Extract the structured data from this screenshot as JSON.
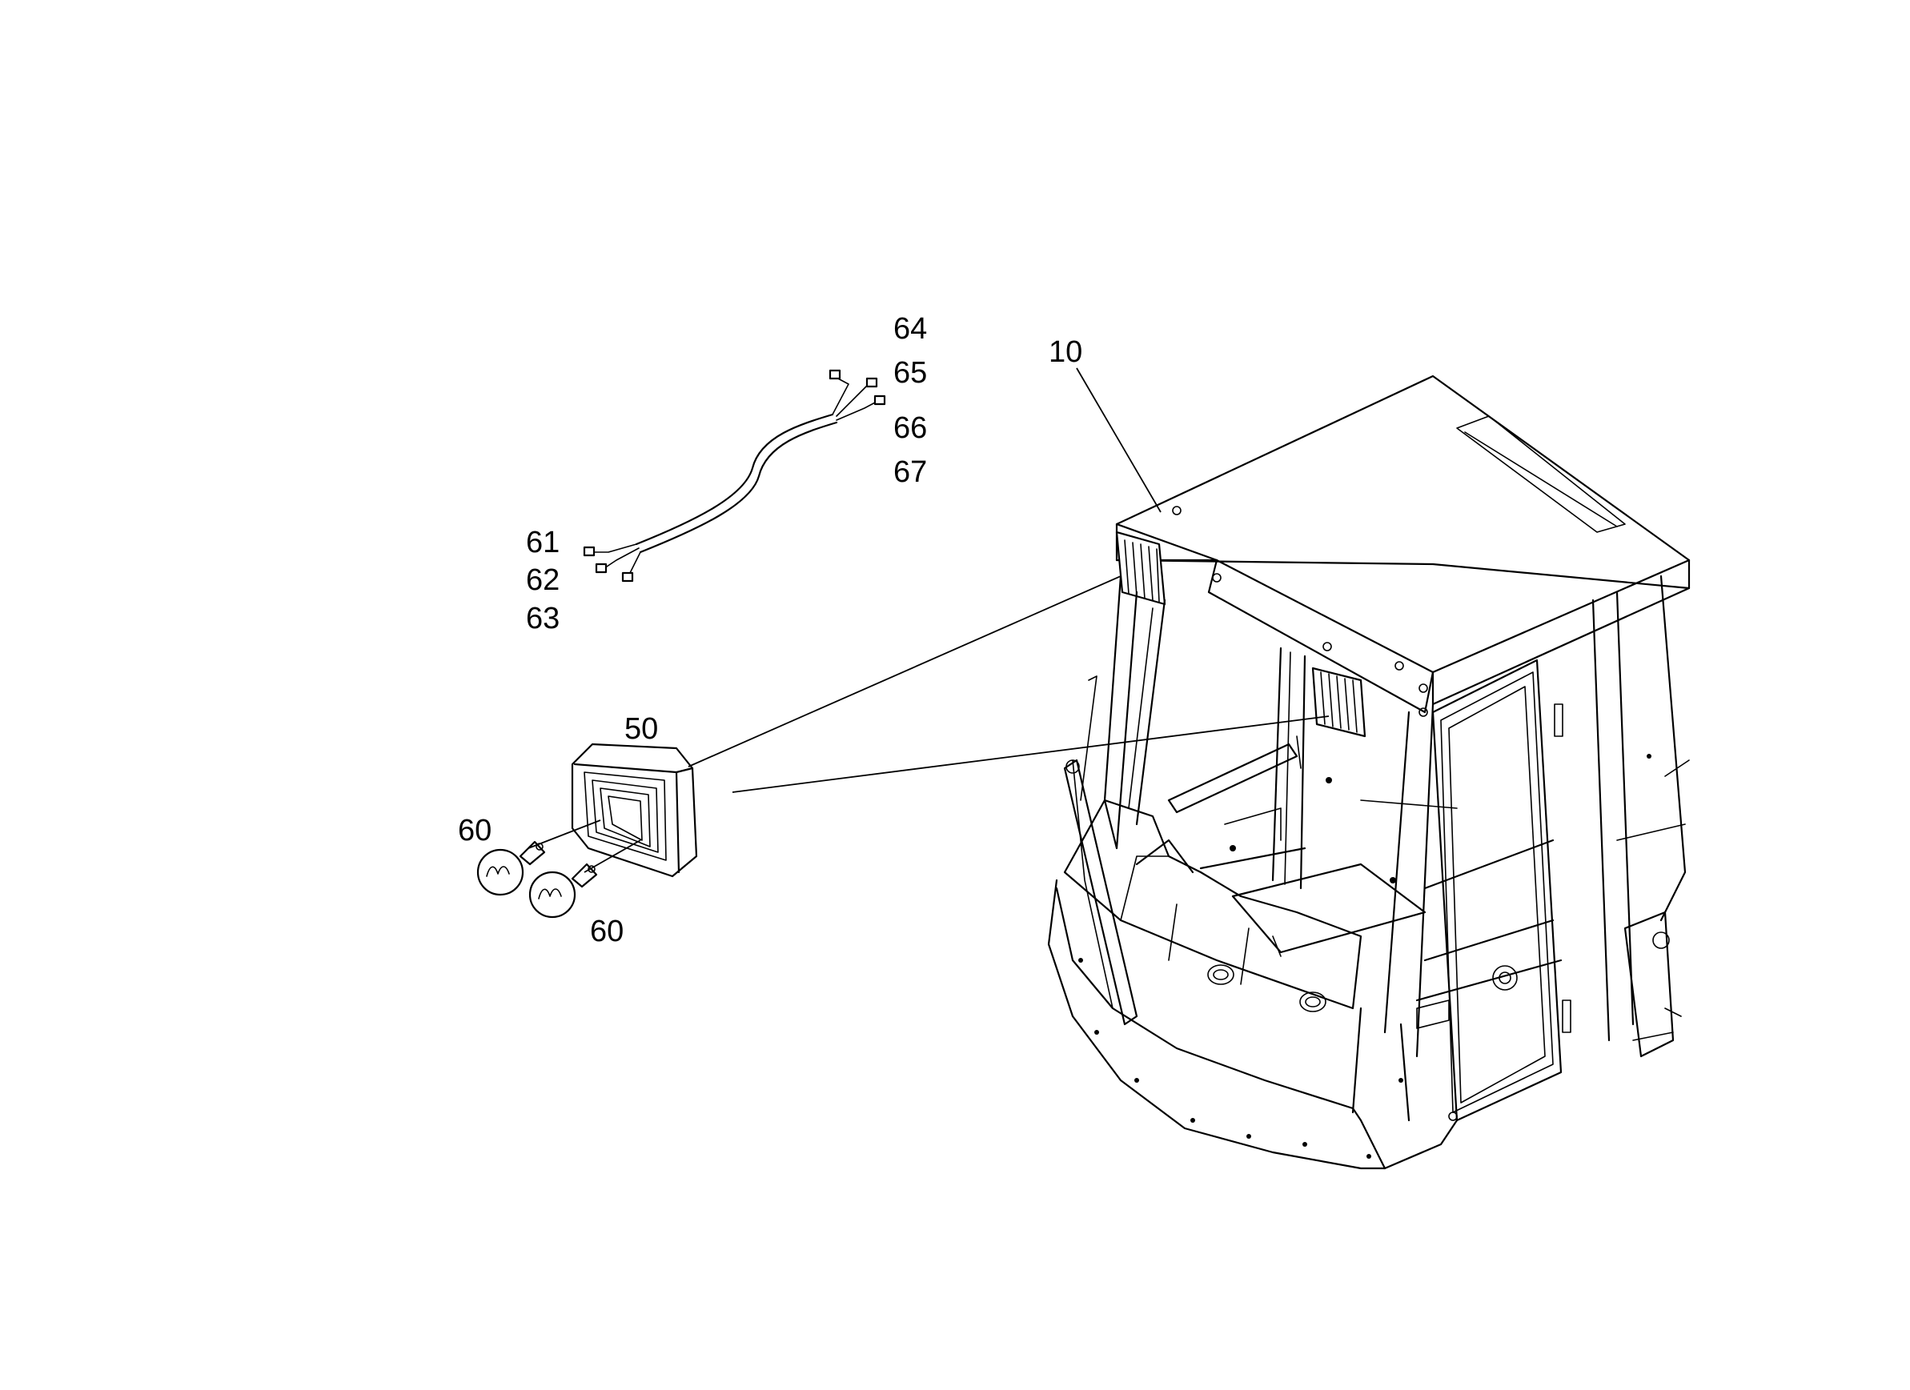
{
  "callouts": {
    "c10": "10",
    "c50": "50",
    "c60a": "60",
    "c60b": "60",
    "c61": "61",
    "c62": "62",
    "c63": "63",
    "c64": "64",
    "c65": "65",
    "c66": "66",
    "c67": "67"
  }
}
